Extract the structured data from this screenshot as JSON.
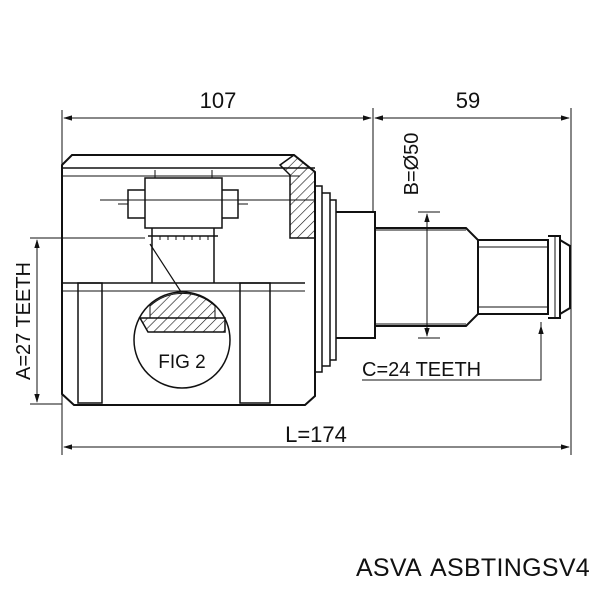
{
  "dimensions": {
    "dim_top_left": "107",
    "dim_top_right": "59",
    "dim_diameter": "B=Ø50",
    "dim_spline_inner": "C=24 TEETH",
    "dim_spline_outer": "A=27 TEETH",
    "dim_length": "L=174"
  },
  "figure_label": "FIG 2",
  "caption": {
    "brand": "ASVA",
    "part_number": "ASBTINGSV4"
  }
}
